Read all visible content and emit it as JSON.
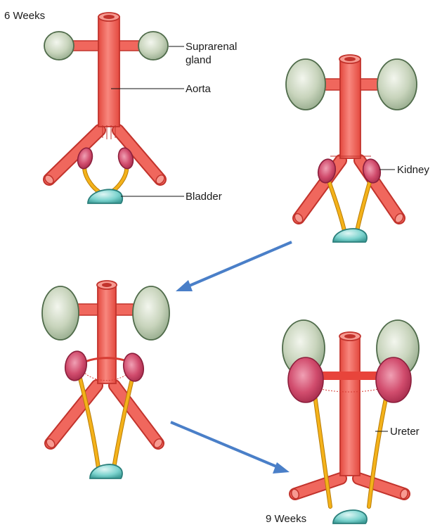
{
  "labels": {
    "stage_start": "6 Weeks",
    "stage_end": "9 Weeks",
    "suprarenal_line1": "Suprarenal",
    "suprarenal_line2": "gland",
    "aorta": "Aorta",
    "bladder": "Bladder",
    "kidney": "Kidney",
    "ureter": "Ureter"
  },
  "colors": {
    "aorta_fill": "#f0675d",
    "aorta_stroke": "#c2332c",
    "aorta_highlight": "#f79a91",
    "gland_fill": "#c8d4bc",
    "gland_stroke": "#4f6b4a",
    "kidney_fill": "#d14c6d",
    "kidney_stroke": "#8c1f3c",
    "bladder_fill": "#7dd4cf",
    "bladder_stroke": "#2b7f7b",
    "ureter": "#f4b21a",
    "ureter_stroke": "#b87c06",
    "arrow": "#4a7fc8",
    "leader_line": "#111111"
  }
}
